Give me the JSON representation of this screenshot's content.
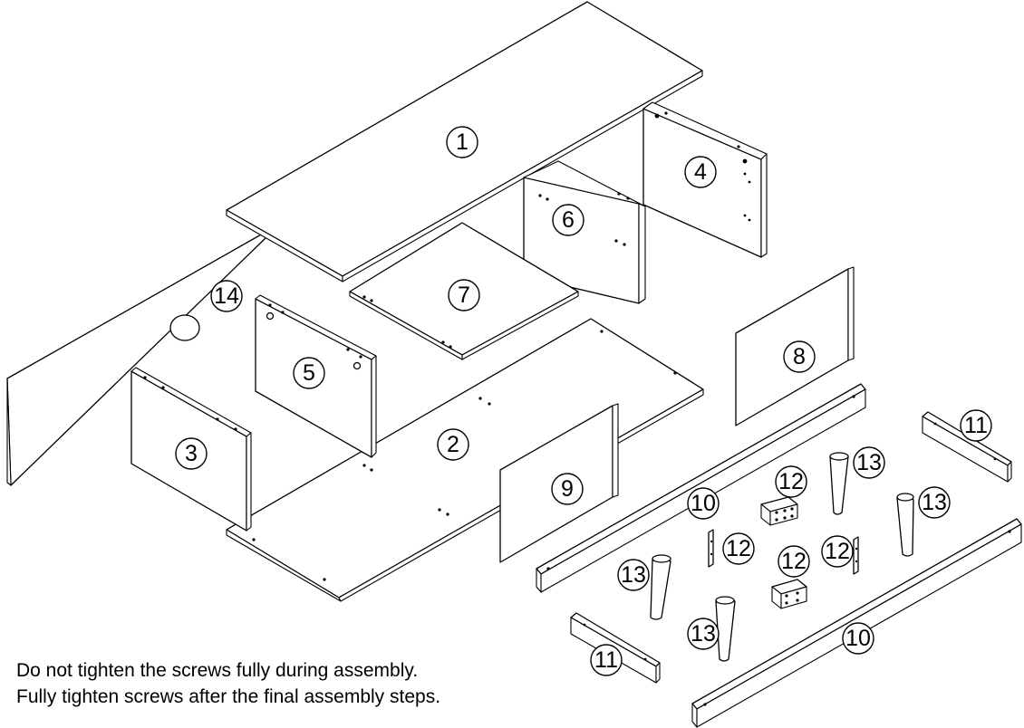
{
  "callouts": {
    "p1": "1",
    "p2": "2",
    "p3": "3",
    "p4": "4",
    "p5": "5",
    "p6": "6",
    "p7": "7",
    "p8": "8",
    "p9": "9",
    "p10a": "10",
    "p10b": "10",
    "p11a": "11",
    "p11b": "11",
    "p12a": "12",
    "p12b": "12",
    "p12c": "12",
    "p12d": "12",
    "p13a": "13",
    "p13b": "13",
    "p13c": "13",
    "p13d": "13",
    "p14": "14"
  },
  "notes": {
    "line1": "Do not tighten the screws fully during assembly.",
    "line2": "Fully tighten screws after the final assembly steps."
  }
}
